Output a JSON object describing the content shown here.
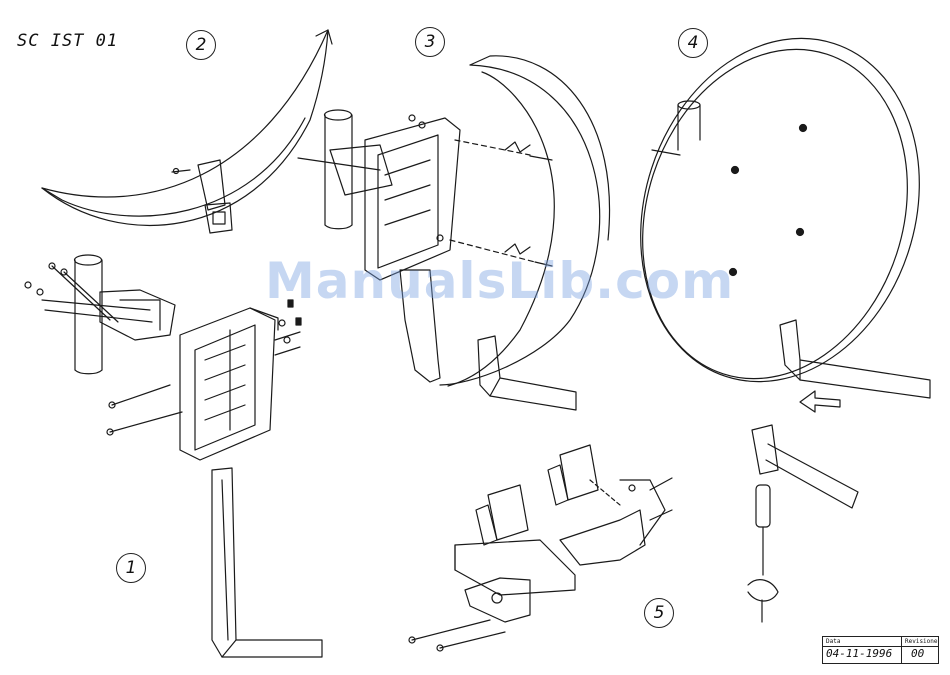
{
  "drawing": {
    "code": "SC IST 01",
    "watermark": "ManualsLib.com",
    "steps": [
      "1",
      "2",
      "3",
      "4",
      "5"
    ],
    "title_block": {
      "date_label": "Data",
      "date": "04-11-1996",
      "revision_label": "Revisione",
      "revision": "00"
    }
  }
}
